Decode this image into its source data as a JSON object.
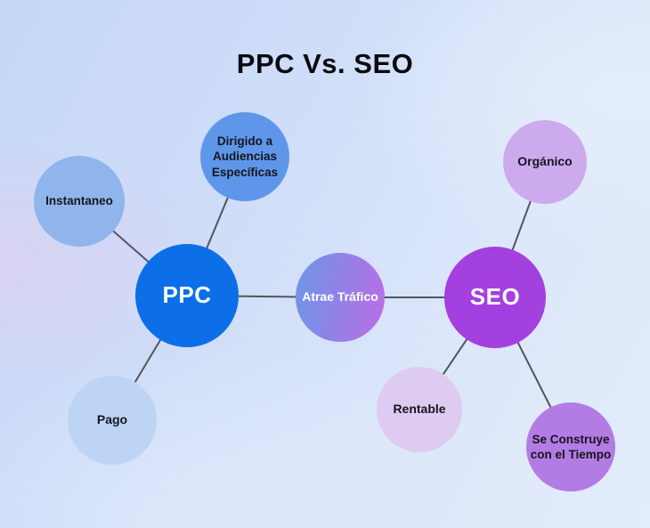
{
  "title": "PPC Vs. SEO",
  "diagram": {
    "type": "mindmap-comparison",
    "edge_color": "#54545C",
    "background_style": "soft blue-lavender gradient",
    "nodes": [
      {
        "id": "ppc",
        "label": "PPC",
        "role": "hub-left",
        "color": "#0C6FE8",
        "text_color": "#FFFFFF"
      },
      {
        "id": "instantaneo",
        "label": "Instantaneo",
        "role": "ppc-satellite",
        "color": "#8FB5EC",
        "text_color": "#15151D"
      },
      {
        "id": "dirigido",
        "label": "Dirigido a Audiencias Específicas",
        "role": "ppc-satellite",
        "color": "#5E97EA",
        "text_color": "#15151D"
      },
      {
        "id": "pago",
        "label": "Pago",
        "role": "ppc-satellite",
        "color": "#BDD4F4",
        "text_color": "#15151D"
      },
      {
        "id": "atrae",
        "label": "Atrae Tráfico",
        "role": "shared-center",
        "color_gradient": [
          "#6F94E8",
          "#B76FE6"
        ],
        "text_color": "#FFFFFF"
      },
      {
        "id": "seo",
        "label": "SEO",
        "role": "hub-right",
        "color": "#A43FE0",
        "text_color": "#FFFFFF"
      },
      {
        "id": "organico",
        "label": "Orgánico",
        "role": "seo-satellite",
        "color": "#CDA9EE",
        "text_color": "#15151D"
      },
      {
        "id": "rentable",
        "label": "Rentable",
        "role": "seo-satellite",
        "color": "#DECBF2",
        "text_color": "#15151D"
      },
      {
        "id": "se_construye",
        "label": "Se Construye con el Tiempo",
        "role": "seo-satellite",
        "color": "#B37CE4",
        "text_color": "#15151D"
      }
    ],
    "edges": [
      {
        "from": "ppc",
        "to": "instantaneo"
      },
      {
        "from": "ppc",
        "to": "dirigido"
      },
      {
        "from": "ppc",
        "to": "pago"
      },
      {
        "from": "ppc",
        "to": "atrae"
      },
      {
        "from": "atrae",
        "to": "seo"
      },
      {
        "from": "seo",
        "to": "organico"
      },
      {
        "from": "seo",
        "to": "rentable"
      },
      {
        "from": "seo",
        "to": "se_construye"
      }
    ]
  }
}
